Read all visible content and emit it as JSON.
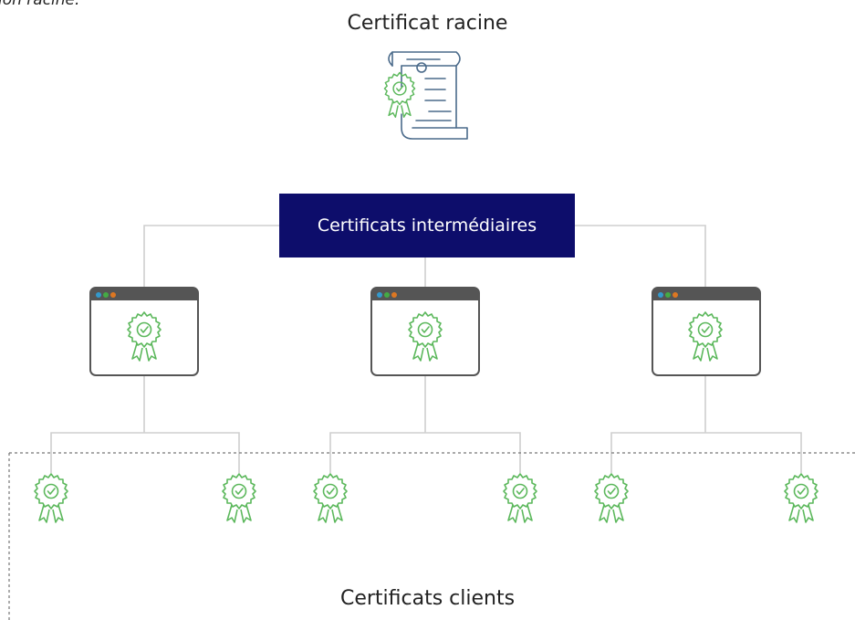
{
  "caption": "ion racine.",
  "root": {
    "title": "Certificat racine",
    "icon": "root-certificate-scroll-icon"
  },
  "intermediate": {
    "label": "Certificats intermédiaires",
    "color": "#0d0d6b",
    "windows": [
      {
        "icon": "browser-window-icon",
        "badge": "certificate-badge-icon"
      },
      {
        "icon": "browser-window-icon",
        "badge": "certificate-badge-icon"
      },
      {
        "icon": "browser-window-icon",
        "badge": "certificate-badge-icon"
      }
    ]
  },
  "clients": {
    "title": "Certificats clients",
    "badge_count": 6,
    "badge_icon": "client-certificate-badge-icon",
    "badge_color": "#5cb85c"
  },
  "colors": {
    "connector": "#cfcfcf",
    "window_bar": "#555555",
    "dot_blue": "#3399cc",
    "dot_green": "#44aa44",
    "dot_orange": "#dd7722",
    "root_icon": "#4a6a8a",
    "badge_green": "#5cb85c"
  }
}
